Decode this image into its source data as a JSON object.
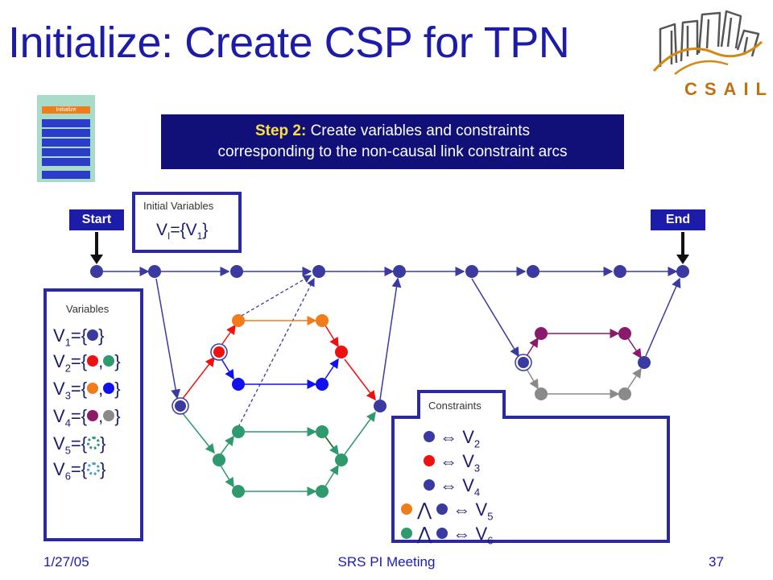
{
  "slide": {
    "title": "Initialize: Create CSP for TPN",
    "logo_text": "CSAIL",
    "progress": {
      "active_label": "Initialize"
    },
    "step_box": {
      "lead": "Step 2:",
      "text_line1": "Create variables and constraints",
      "text_line2": "corresponding to the non-causal link constraint arcs"
    },
    "start_label": "Start",
    "end_label": "End",
    "initial_variables": {
      "header": "Initial Variables",
      "value": "VI={V1}"
    },
    "variables": {
      "header": "Variables",
      "rows": [
        "V1={ }",
        "V2={ , }",
        "V3={ , }",
        "V4={ , }",
        "V5={ }",
        "V6={ }"
      ]
    },
    "constraints": {
      "header": "Constraints",
      "rows": [
        "⇔ V2",
        "⇔ V3",
        "⇔ V4",
        "⋀ ⇔ V5",
        "⋀ ⇔ V6"
      ]
    },
    "footer": {
      "date": "1/27/05",
      "center": "SRS PI Meeting",
      "page": "37"
    },
    "colors": {
      "title": "#1c1ca8",
      "navy": "#3a3aa0",
      "red": "#ee1111",
      "blue": "#1111ee",
      "orange": "#f07c1c",
      "green": "#2e9a6e",
      "purple": "#8a1a6a",
      "gray": "#8a8a8a"
    }
  }
}
